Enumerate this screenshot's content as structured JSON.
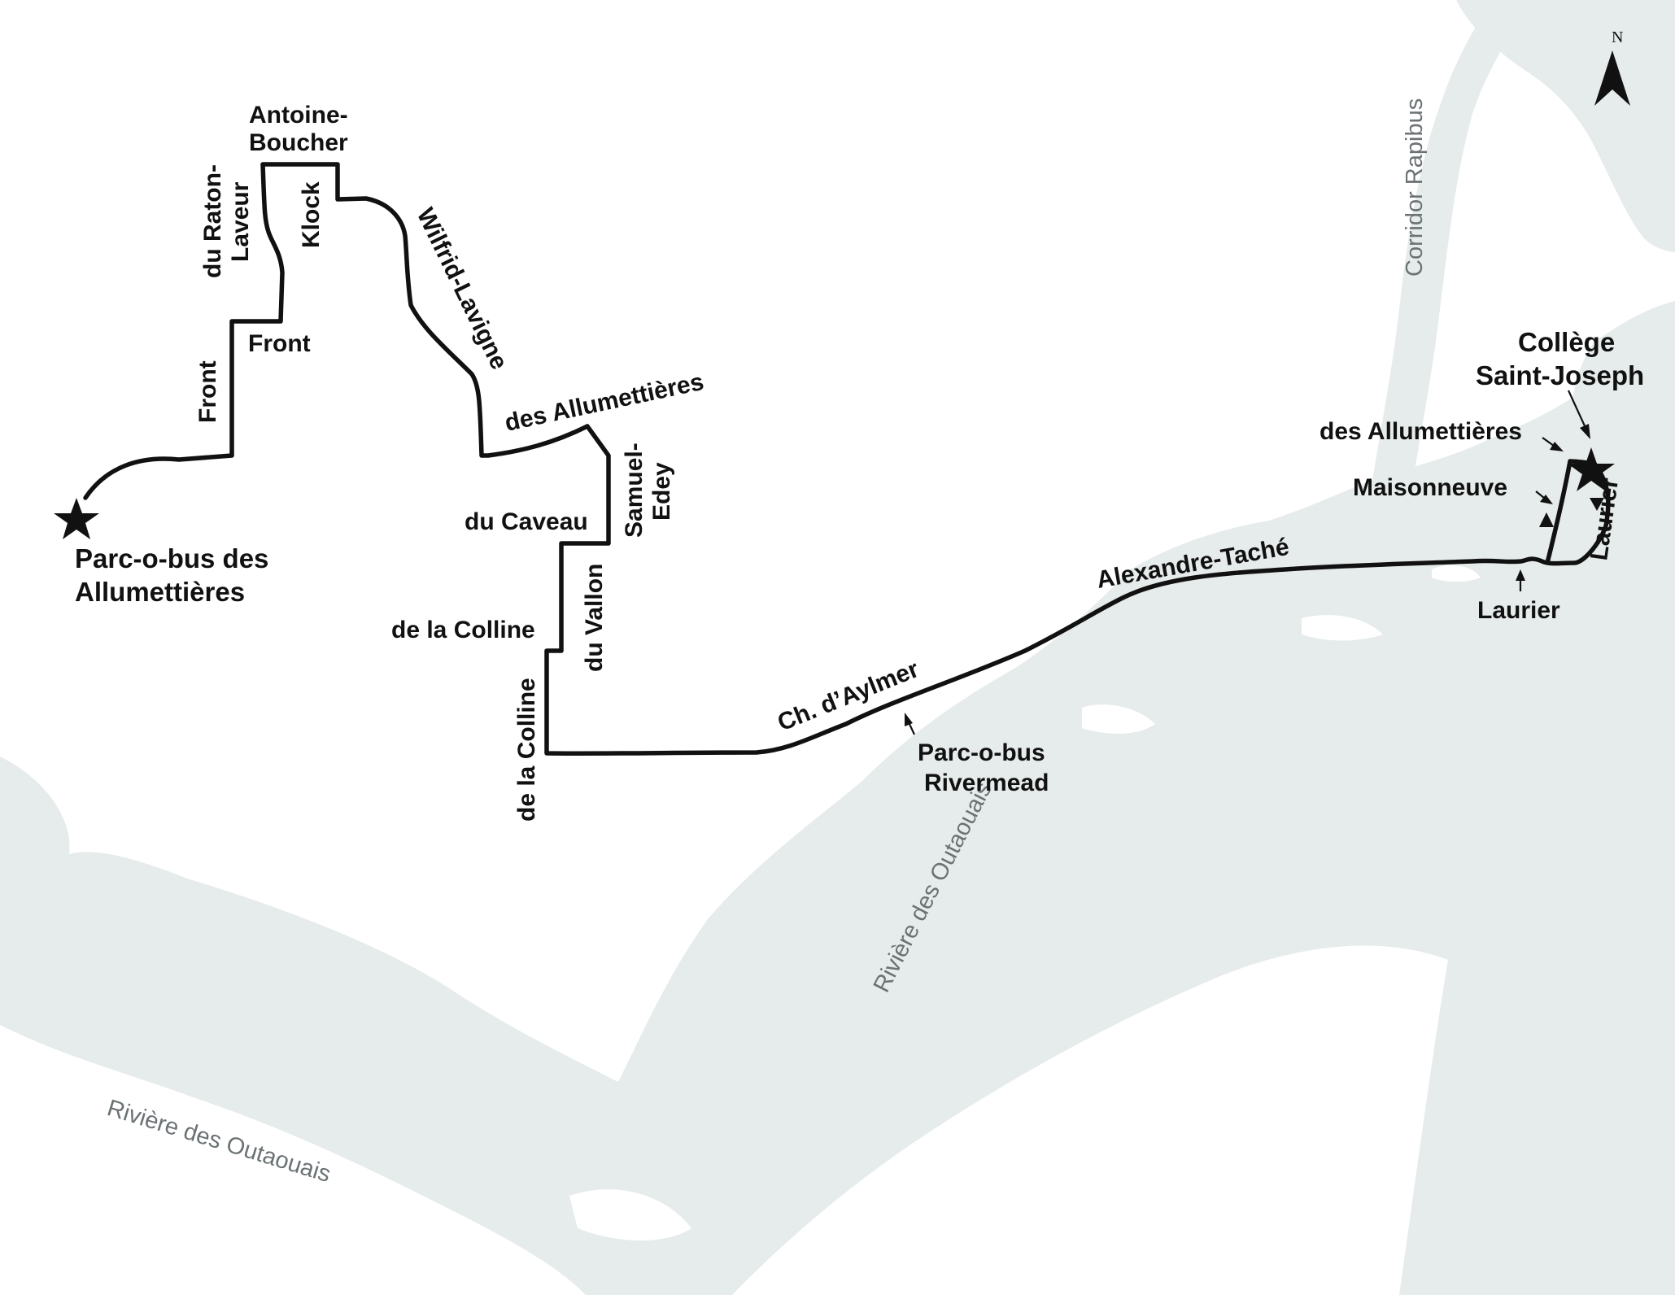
{
  "colors": {
    "water": "#e6eceb",
    "route": "#111111",
    "water_label": "#6b7274",
    "background": "#ffffff"
  },
  "destinations": {
    "origin": {
      "line1": "Parc-o-bus des",
      "line2": "Allumettières"
    },
    "terminus": {
      "line1": "Collège",
      "line2": "Saint-Joseph"
    }
  },
  "streets": {
    "antoine_boucher_1": "Antoine-",
    "antoine_boucher_2": "Boucher",
    "raton_laveur_1": "du Raton-",
    "raton_laveur_2": "Laveur",
    "klock": "Klock",
    "front_horizontal": "Front",
    "front_vertical": "Front",
    "wilfrid_lavigne": "Wilfrid-Lavigne",
    "allumettieres_west": "des Allumettières",
    "samuel_edey_1": "Samuel-",
    "samuel_edey_2": "Edey",
    "caveau": "du Caveau",
    "vallon": "du Vallon",
    "colline_horizontal": "de la Colline",
    "colline_vertical": "de la Colline",
    "aylmer": "Ch. d’Aylmer",
    "rivermead_1": "Parc-o-bus",
    "rivermead_2": "Rivermead",
    "alexandre_tache": "Alexandre-Taché",
    "allumettieres_east": "des Allumettières",
    "maisonneuve": "Maisonneuve",
    "laurier_vertical": "Laurier",
    "laurier_bottom": "Laurier"
  },
  "water_labels": {
    "rapibus": "Corridor Rapibus",
    "outaouais_center": "Rivière des Outaouais",
    "outaouais_southwest": "Rivière des Outaouais"
  },
  "compass": {
    "label": "N"
  }
}
